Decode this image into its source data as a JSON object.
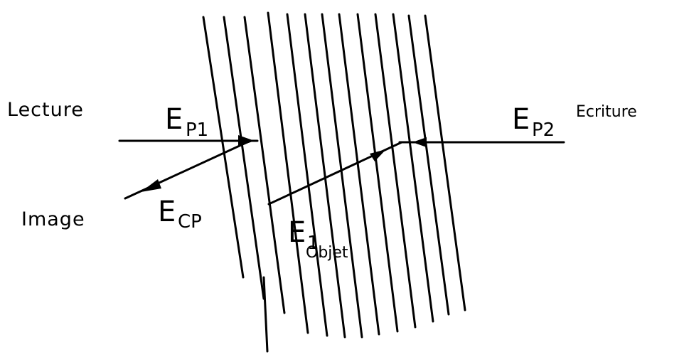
{
  "labels": {
    "lecture": "Lecture",
    "ecriture": "Ecriture",
    "image": "Image",
    "objet": "Objet"
  },
  "symbols": {
    "ep1": {
      "base": "E",
      "sub": "P1"
    },
    "ep2": {
      "base": "E",
      "sub": "P2"
    },
    "ecp": {
      "base": "E",
      "sub": "CP"
    },
    "e1": {
      "base": "E",
      "sub": "1"
    }
  }
}
